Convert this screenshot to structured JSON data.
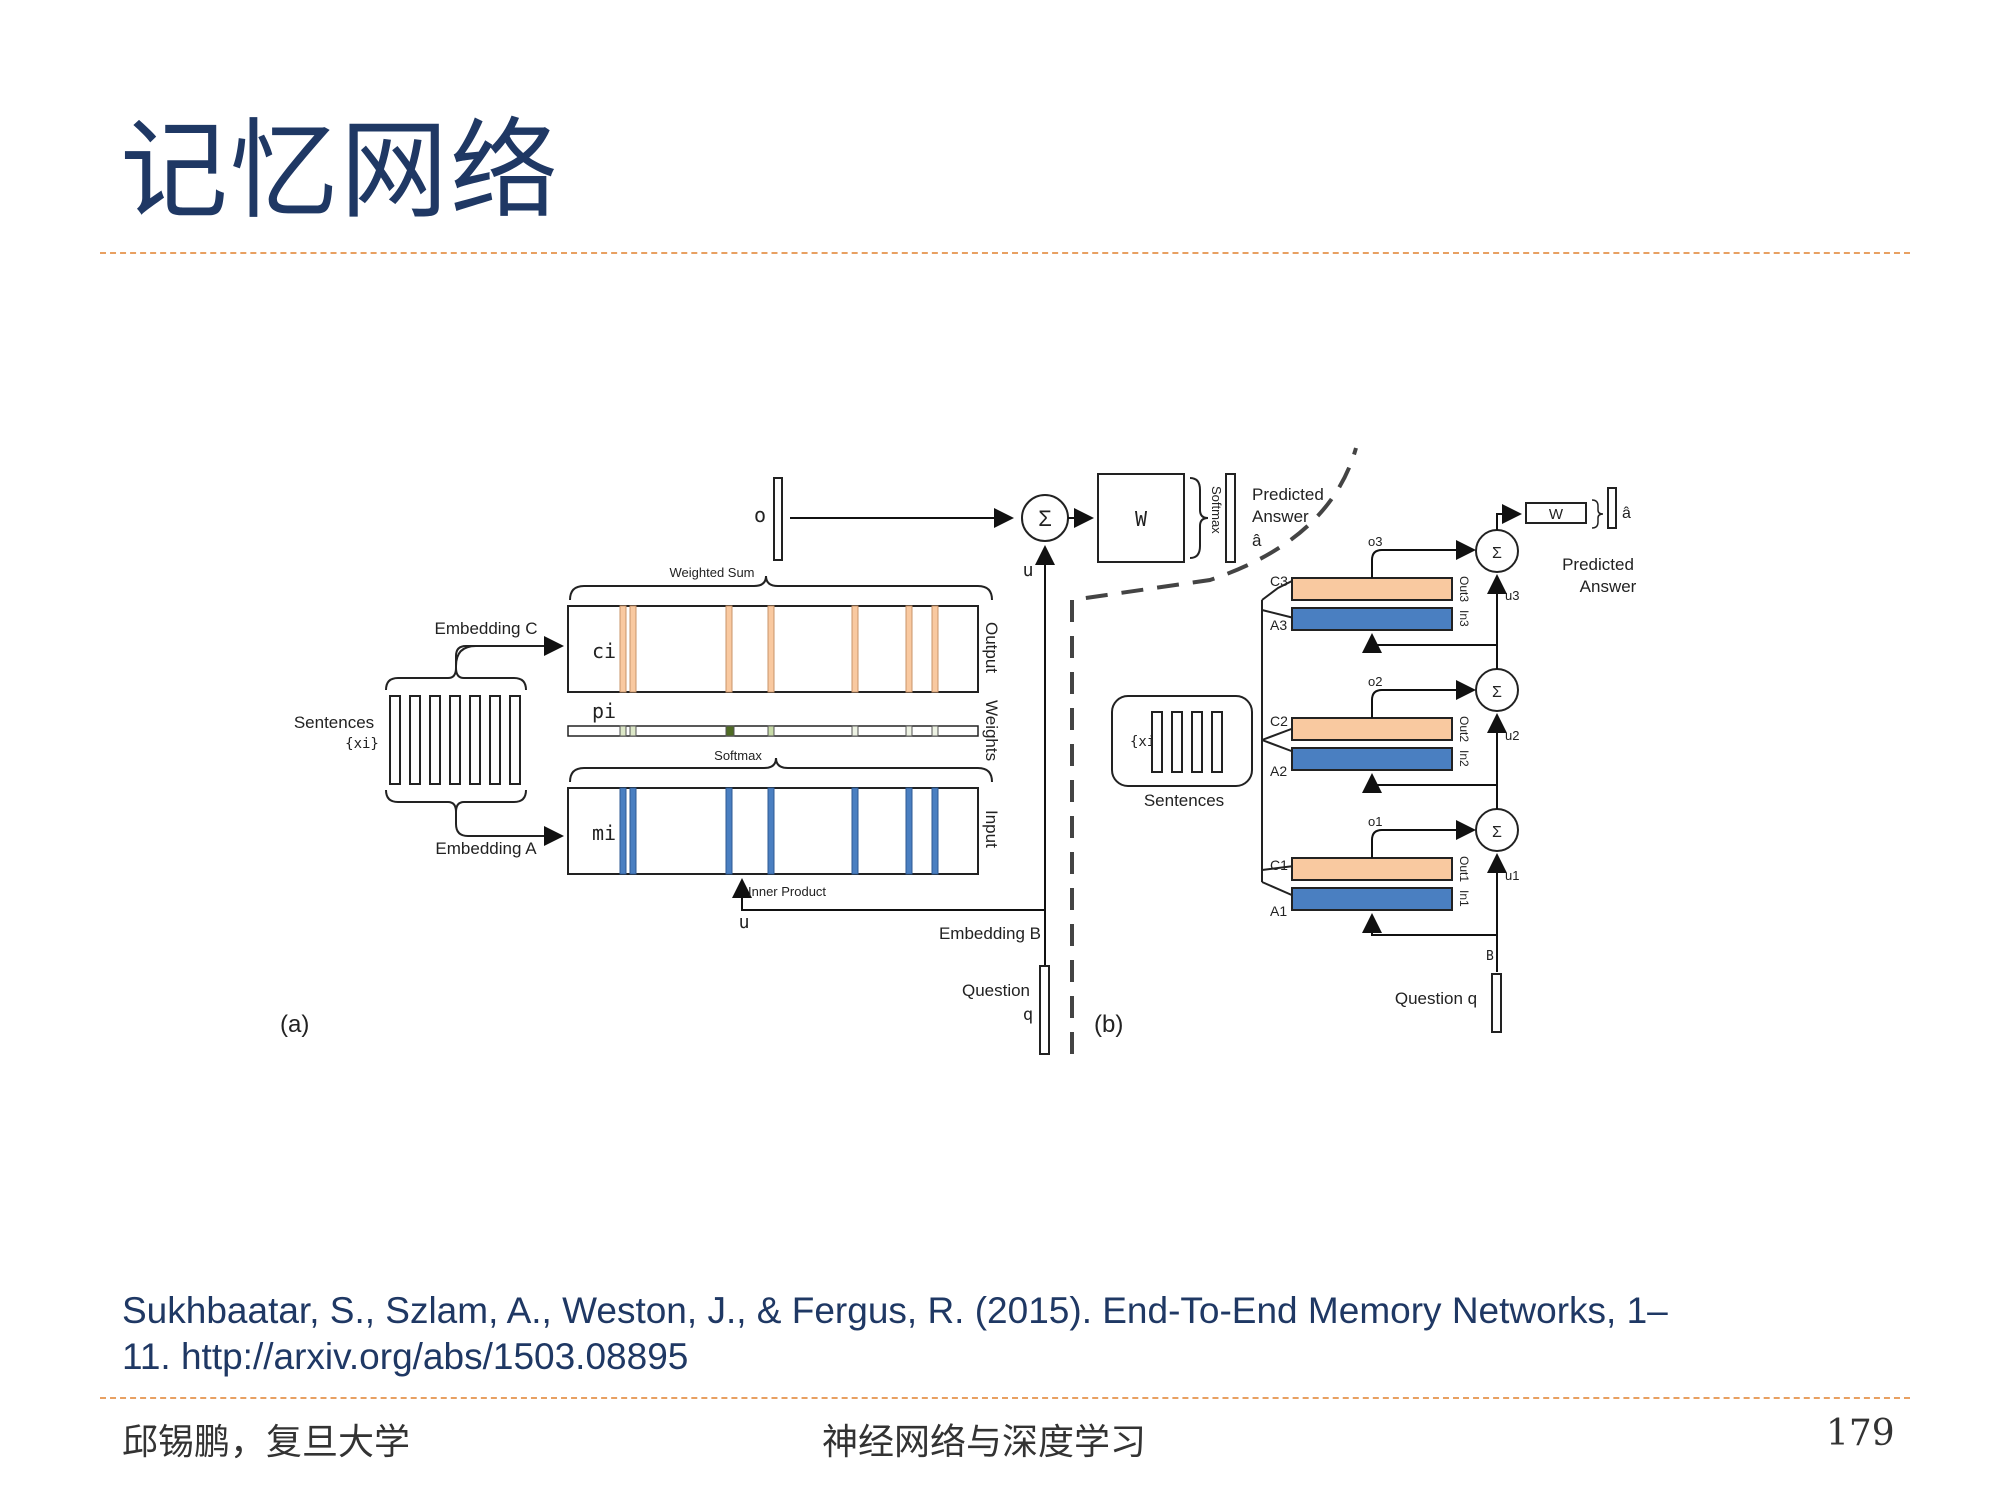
{
  "title": "记忆网络",
  "reference": {
    "line1": "Sukhbaatar, S., Szlam, A., Weston, J., & Fergus, R. (2015). End-To-End Memory Networks, 1–",
    "line2": "11. http://arxiv.org/abs/1503.08895"
  },
  "footer": {
    "author": "邱锡鹏，复旦大学",
    "course": "神经网络与深度学习",
    "page": "179"
  },
  "colors": {
    "title": "#1f3864",
    "rule": "#e8a062",
    "output_memory": "#f9c9a0",
    "input_memory": "#4a7fc1",
    "weights": "#6b8c3a"
  },
  "diagram_a": {
    "panel_label": "(a)",
    "o": "o",
    "sigma": "Σ",
    "W": "W",
    "softmax_vertical": "Softmax",
    "predicted": "Predicted",
    "answer": "Answer",
    "a_hat": "â",
    "weighted_sum": "Weighted Sum",
    "embedding_c": "Embedding C",
    "embedding_a": "Embedding A",
    "embedding_b": "Embedding B",
    "sentences": "Sentences",
    "sentences_set": "{xi}",
    "ci": "ci",
    "pi": "pi",
    "mi": "mi",
    "output": "Output",
    "weights": "Weights",
    "input": "Input",
    "softmax": "Softmax",
    "inner_product": "Inner Product",
    "u": "u",
    "question": "Question",
    "q": "q"
  },
  "diagram_b": {
    "panel_label": "(b)",
    "sentences": "Sentences",
    "sentences_set": "{xi}",
    "W": "W",
    "a_hat": "â",
    "predicted": "Predicted",
    "answer": "Answer",
    "question": "Question q",
    "B": "B",
    "sigma": "Σ",
    "hops": [
      {
        "C": "C3",
        "A": "A3",
        "o": "o3",
        "u": "u3",
        "out": "Out3",
        "in": "In3"
      },
      {
        "C": "C2",
        "A": "A2",
        "o": "o2",
        "u": "u2",
        "out": "Out2",
        "in": "In2"
      },
      {
        "C": "C1",
        "A": "A1",
        "o": "o1",
        "u": "u1",
        "out": "Out1",
        "in": "In1"
      }
    ]
  }
}
